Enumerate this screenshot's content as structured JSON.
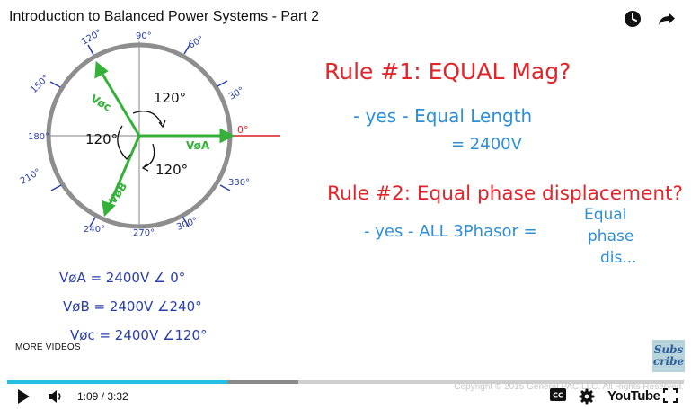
{
  "video": {
    "title": "Introduction to Balanced Power Systems - Part 2",
    "current_time": "1:09",
    "duration": "3:32",
    "time_display": "1:09 / 3:32",
    "played_fraction": 0.325,
    "buffered_fraction": 0.43,
    "more_videos_label": "MORE VIDEOS",
    "subscribe_label_1": "Subs",
    "subscribe_label_2": "cribe",
    "copyright": "Copyright © 2015 General PAC LLC. All Rights Reserved.",
    "logo_text": "YouTube",
    "cc_label": "CC"
  },
  "icons": {
    "watch_later": "clock-icon",
    "share": "share-icon",
    "play": "play-icon",
    "volume": "volume-icon",
    "captions": "cc-icon",
    "settings": "gear-icon",
    "fullscreen": "fullscreen-icon"
  },
  "whiteboard": {
    "angles": {
      "a90": "90°",
      "a60": "60°",
      "a120": "120°",
      "a150": "150°",
      "a30": "30°",
      "a180": "180°",
      "a0": "0°",
      "a210": "210°",
      "a330": "330°",
      "a240": "240°",
      "a270": "270°",
      "a300": "300°"
    },
    "phasor_labels": {
      "vc": "Vøc",
      "va": "VøA",
      "vb": "VøB"
    },
    "sep_labels": {
      "s1": "120°",
      "s2": "120°",
      "s3": "120°"
    },
    "equations": {
      "line1": "VøA = 2400V ∠ 0°",
      "line2": "VøB = 2400V ∠240°",
      "line3": "Vøc = 2400V ∠120°"
    },
    "rule1": {
      "heading": "Rule #1: EQUAL Mag?",
      "line1": "- yes - Equal Length",
      "line2": "= 2400V"
    },
    "rule2": {
      "heading": "Rule #2: Equal phase displacement?",
      "line1": "- yes - ALL 3Phasor =",
      "line2": "Equal",
      "line3": "phase",
      "line4": "dis..."
    }
  },
  "colors": {
    "red_ink": "#e0262b",
    "blue_ink": "#2d8fd6",
    "navy_ink": "#2a3ea8",
    "green_ink": "#35b13a",
    "circle_gray": "#8e8e8e",
    "progress_played": "#22c1e3"
  }
}
